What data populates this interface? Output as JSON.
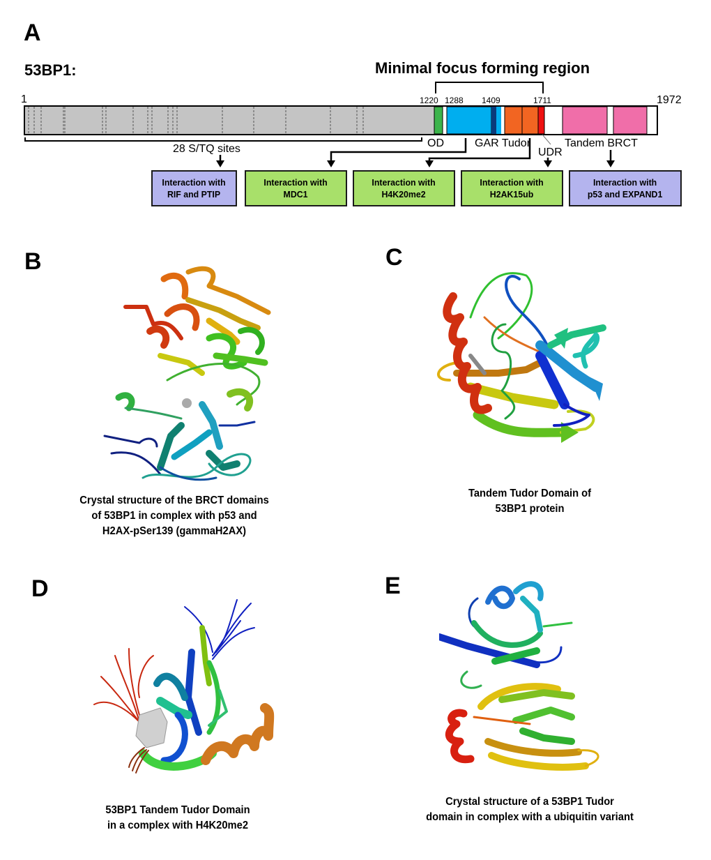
{
  "panels": {
    "A": {
      "letter": "A",
      "protein_label": "53BP1:",
      "region_title": "Minimal focus forming region",
      "start_label": "1",
      "end_label": "1972",
      "positions": [
        "1220",
        "1288",
        "1409",
        "1711"
      ],
      "domain_labels": {
        "od": "OD",
        "gar_tudor": "GAR Tudor",
        "udr": "UDR",
        "brct": "Tandem BRCT",
        "stq": "28 S/TQ sites"
      },
      "domains": [
        {
          "name": "S/TQ region",
          "start": 1,
          "end": 1220,
          "color": "#c4c4c4"
        },
        {
          "name": "OD",
          "color": "#3cb44b"
        },
        {
          "name": "GAR",
          "color": "#00aeef"
        },
        {
          "name": "GAR-dark",
          "color": "#0a3a7a"
        },
        {
          "name": "Tudor 1",
          "color": "#f26522"
        },
        {
          "name": "Tudor 2",
          "color": "#f26522"
        },
        {
          "name": "UDR",
          "color": "#ee1111"
        },
        {
          "name": "BRCT 1",
          "color": "#f06ea9"
        },
        {
          "name": "BRCT 2",
          "color": "#f06ea9"
        }
      ],
      "interactions": [
        {
          "line1": "Interaction with",
          "line2": "RIF and PTIP",
          "color": "#b4b4ee"
        },
        {
          "line1": "Interaction with",
          "line2": "MDC1",
          "color": "#a8e06a"
        },
        {
          "line1": "Interaction with",
          "line2": "H4K20me2",
          "color": "#a8e06a"
        },
        {
          "line1": "Interaction with",
          "line2": "H2AK15ub",
          "color": "#a8e06a"
        },
        {
          "line1": "Interaction with",
          "line2": "p53 and EXPAND1",
          "color": "#b4b4ee"
        }
      ]
    },
    "B": {
      "letter": "B",
      "caption": [
        "Crystal structure of the BRCT domains",
        "of 53BP1 in complex with p53 and",
        "H2AX-pSer139 (gammaH2AX)"
      ]
    },
    "C": {
      "letter": "C",
      "caption": [
        "Tandem Tudor Domain of",
        "53BP1 protein"
      ]
    },
    "D": {
      "letter": "D",
      "caption": [
        "53BP1 Tandem Tudor Domain",
        "in a complex with H4K20me2"
      ]
    },
    "E": {
      "letter": "E",
      "caption": [
        "Crystal structure of a 53BP1 Tudor",
        "domain in complex with a ubiquitin variant"
      ]
    }
  }
}
